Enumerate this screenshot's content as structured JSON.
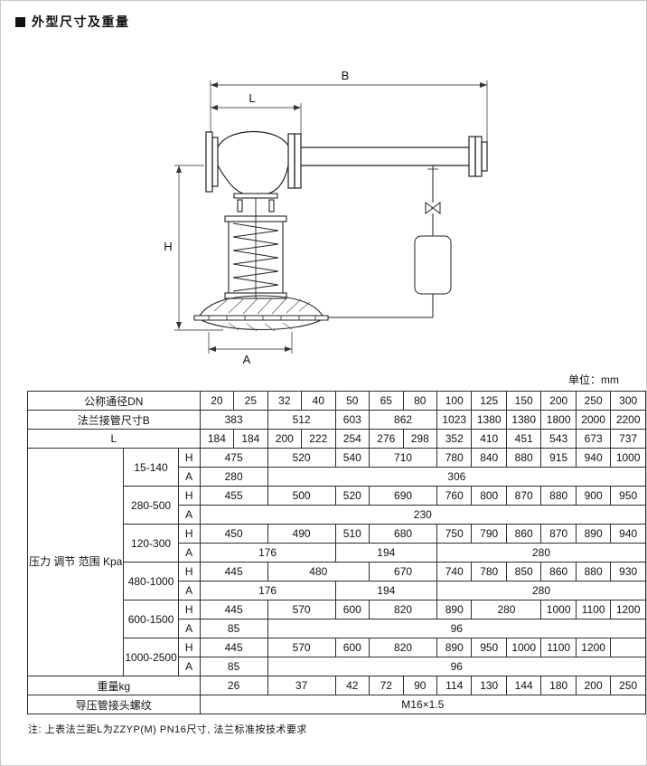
{
  "page": {
    "title": "外型尺寸及重量",
    "unit_label": "单位：mm",
    "footnote": "注: 上表法兰距L为ZZYP(M) PN16尺寸, 法兰标准按技术要求"
  },
  "drawing": {
    "labels": {
      "b": "B",
      "l": "L",
      "h": "H",
      "a": "A"
    }
  },
  "table": {
    "rows": [
      [
        {
          "t": "公称通径DN",
          "c": 3,
          "cls": "hd"
        },
        "20",
        "25",
        "32",
        "40",
        "50",
        "65",
        "80",
        "100",
        "125",
        "150",
        "200",
        "250",
        "300"
      ],
      [
        {
          "t": "法兰接管尺寸B",
          "c": 3,
          "cls": "hd"
        },
        {
          "t": "383",
          "c": 2
        },
        {
          "t": "512",
          "c": 2
        },
        "603",
        {
          "t": "862",
          "c": 2
        },
        "1023",
        "1380",
        "1380",
        "1800",
        "2000",
        "2200"
      ],
      [
        {
          "t": "L",
          "c": 3,
          "cls": "hd"
        },
        "184",
        "184",
        "200",
        "222",
        "254",
        "276",
        "298",
        "352",
        "410",
        "451",
        "543",
        "673",
        "737"
      ],
      [
        {
          "t": "压力\n调节\n范围\nKpa",
          "r": 12,
          "cls": "hd vert"
        },
        {
          "t": "15-140",
          "r": 2,
          "cls": "hd"
        },
        {
          "t": "H",
          "cls": "hd"
        },
        {
          "t": "475",
          "c": 2
        },
        {
          "t": "520",
          "c": 2
        },
        "540",
        {
          "t": "710",
          "c": 2
        },
        "780",
        "840",
        "880",
        "915",
        "940",
        "1000"
      ],
      [
        {
          "t": "A",
          "cls": "hd"
        },
        {
          "t": "280",
          "c": 2
        },
        {
          "t": "306",
          "c": 11
        }
      ],
      [
        {
          "t": "280-500",
          "r": 2,
          "cls": "hd"
        },
        {
          "t": "H",
          "cls": "hd"
        },
        {
          "t": "455",
          "c": 2
        },
        {
          "t": "500",
          "c": 2
        },
        "520",
        {
          "t": "690",
          "c": 2
        },
        "760",
        "800",
        "870",
        "880",
        "900",
        "950"
      ],
      [
        {
          "t": "A",
          "cls": "hd"
        },
        {
          "t": "230",
          "c": 13
        }
      ],
      [
        {
          "t": "120-300",
          "r": 2,
          "cls": "hd"
        },
        {
          "t": "H",
          "cls": "hd"
        },
        {
          "t": "450",
          "c": 2
        },
        {
          "t": "490",
          "c": 2
        },
        "510",
        {
          "t": "680",
          "c": 2
        },
        "750",
        "790",
        "860",
        "870",
        "890",
        "940"
      ],
      [
        {
          "t": "A",
          "cls": "hd"
        },
        {
          "t": "176",
          "c": 4
        },
        {
          "t": "194",
          "c": 3
        },
        {
          "t": "280",
          "c": 6
        }
      ],
      [
        {
          "t": "480-1000",
          "r": 2,
          "cls": "hd"
        },
        {
          "t": "H",
          "cls": "hd"
        },
        {
          "t": "445",
          "c": 2
        },
        {
          "t": "480",
          "c": 3
        },
        {
          "t": "670",
          "c": 2
        },
        "740",
        "780",
        "850",
        "860",
        "880",
        "930"
      ],
      [
        {
          "t": "A",
          "cls": "hd"
        },
        {
          "t": "176",
          "c": 4
        },
        {
          "t": "194",
          "c": 3
        },
        {
          "t": "280",
          "c": 6
        }
      ],
      [
        {
          "t": "600-1500",
          "r": 2,
          "cls": "hd"
        },
        {
          "t": "H",
          "cls": "hd"
        },
        {
          "t": "445",
          "c": 2
        },
        {
          "t": "570",
          "c": 2
        },
        "600",
        {
          "t": "820",
          "c": 2
        },
        "890",
        {
          "t": "280",
          "c": 2
        },
        "1000",
        "1100",
        "1200"
      ],
      [
        {
          "t": "A",
          "cls": "hd"
        },
        {
          "t": "85",
          "c": 2
        },
        {
          "t": "96",
          "c": 11
        }
      ],
      [
        {
          "t": "1000-2500",
          "r": 2,
          "cls": "hd"
        },
        {
          "t": "H",
          "cls": "hd"
        },
        {
          "t": "445",
          "c": 2
        },
        {
          "t": "570",
          "c": 2
        },
        "600",
        {
          "t": "820",
          "c": 2
        },
        "890",
        "950",
        "1000",
        "1100",
        "1200",
        ""
      ],
      [
        {
          "t": "A",
          "cls": "hd"
        },
        {
          "t": "85",
          "c": 2
        },
        {
          "t": "96",
          "c": 11
        }
      ],
      [
        {
          "t": "重量kg",
          "c": 3,
          "cls": "hd"
        },
        {
          "t": "26",
          "c": 2
        },
        {
          "t": "37",
          "c": 2
        },
        "42",
        "72",
        "90",
        "114",
        "130",
        "144",
        "180",
        "200",
        "250"
      ],
      [
        {
          "t": "导压管接头螺纹",
          "c": 3,
          "cls": "hd"
        },
        {
          "t": "M16×1.5",
          "c": 13
        }
      ]
    ]
  }
}
